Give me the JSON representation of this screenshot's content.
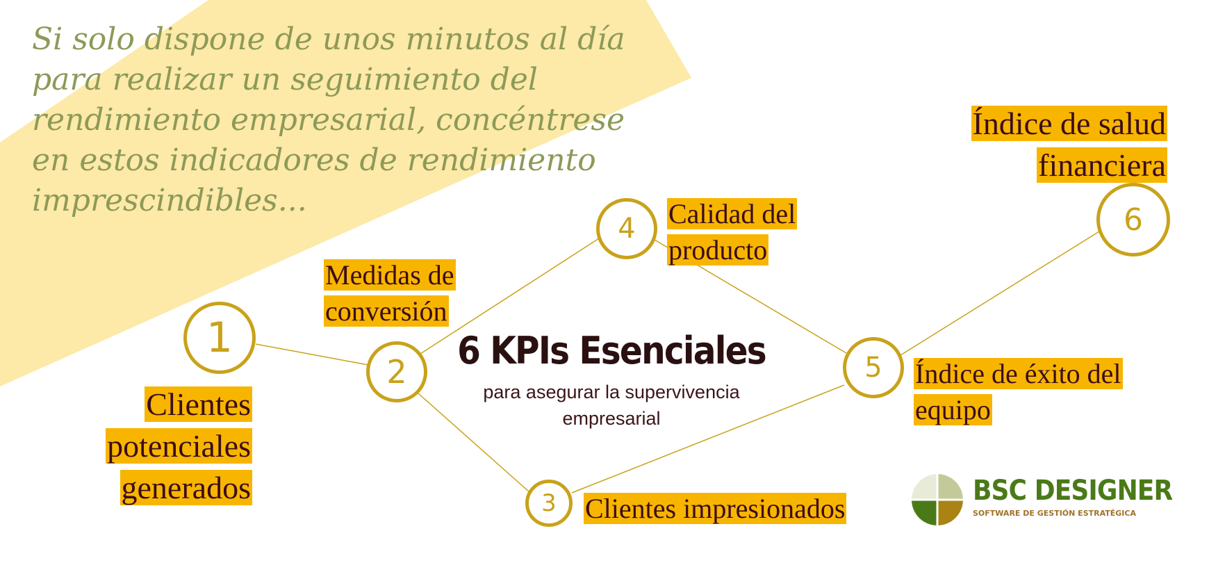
{
  "intro_text": "Si solo dispone de unos minutos al día para realizar un seguimiento del rendimiento empresarial, concéntrese en estos indicadores de rendimiento imprescindibles...",
  "center": {
    "title": "6 KPIs Esenciales",
    "subtitle": "para asegurar la supervivencia empresarial"
  },
  "kpis": [
    {
      "number": "1",
      "label": "Clientes potenciales generados"
    },
    {
      "number": "2",
      "label": "Medidas de conversión"
    },
    {
      "number": "3",
      "label": "Clientes impresionados"
    },
    {
      "number": "4",
      "label": "Calidad del producto"
    },
    {
      "number": "5",
      "label": "Índice de éxito del equipo"
    },
    {
      "number": "6",
      "label": "Índice de salud financiera"
    }
  ],
  "logo": {
    "name": "BSC DESIGNER",
    "tagline": "SOFTWARE DE GESTIÓN ESTRATÉGICA"
  },
  "colors": {
    "accent": "#c9a21a",
    "highlight": "#f7b500",
    "intro_text": "#8c9a58",
    "background_shape": "#fde9a8",
    "label_text": "#3b0d1a",
    "logo_green": "#4a7a18",
    "logo_gold": "#a0722a"
  }
}
